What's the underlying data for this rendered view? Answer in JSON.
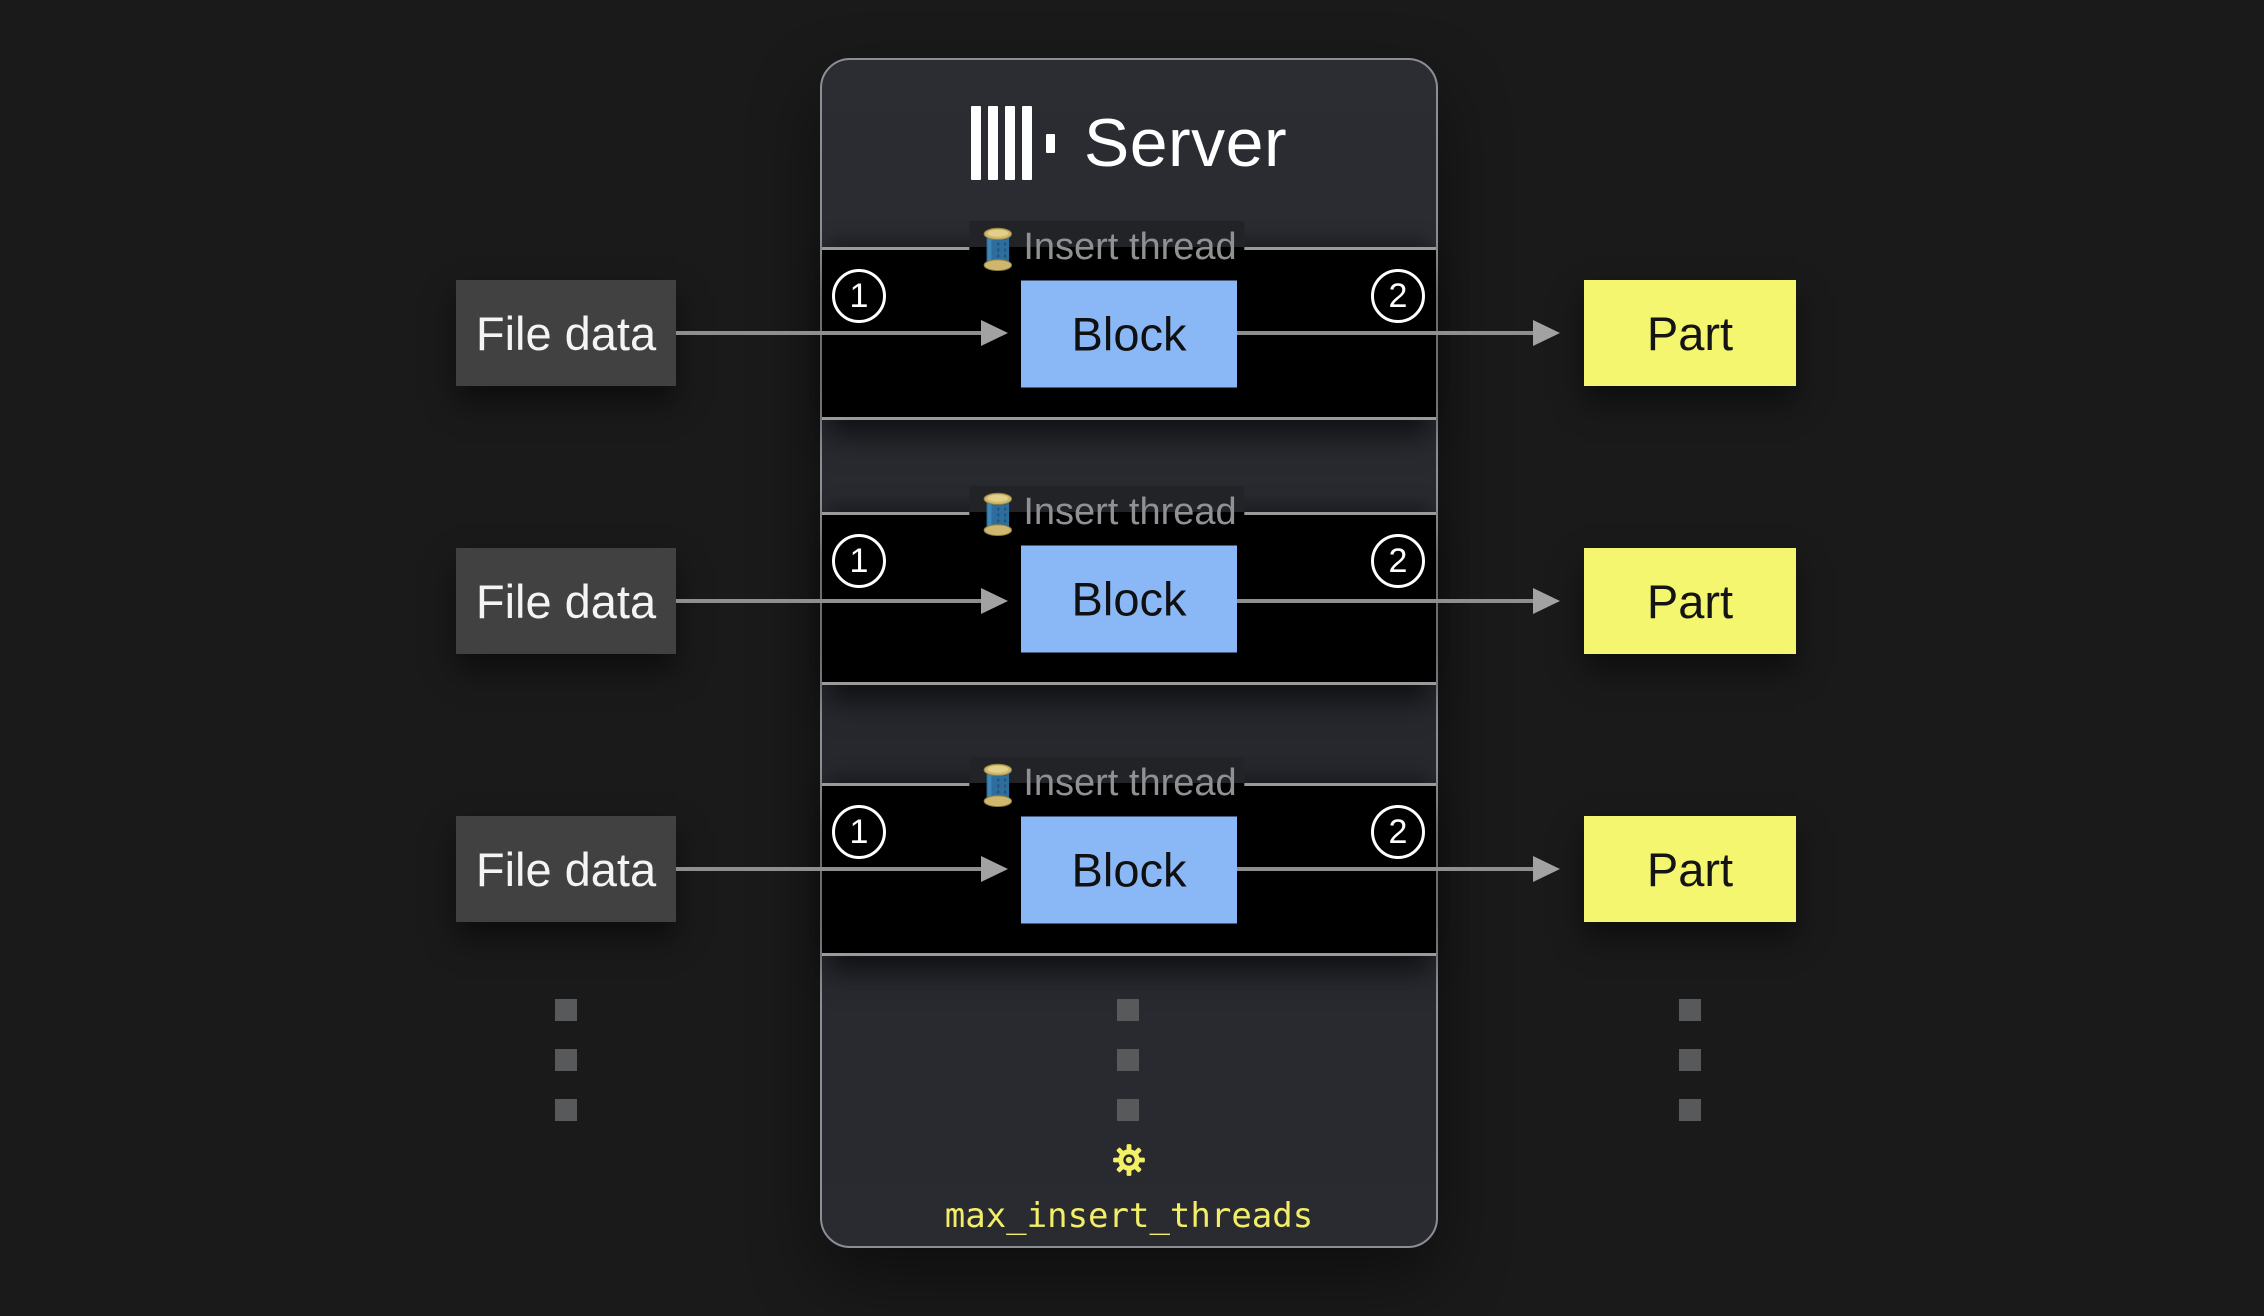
{
  "colors": {
    "page_background": "#1a1a1a",
    "panel_background": "#26282e",
    "lane_background": "#000000",
    "lane_border": "#9a9a9a",
    "block_fill": "#8ab7f6",
    "part_fill": "#f5f66f",
    "file_fill": "#414141",
    "accent_yellow": "#f2ee68",
    "arrow_gray": "#8f8f8f",
    "legend_gray": "#8f9195",
    "white": "#ffffff"
  },
  "server": {
    "title": "Server",
    "logo": "clickhouse-bars-logo",
    "threads": [
      {
        "legend": "Insert thread",
        "step_in": "1",
        "block": "Block",
        "step_out": "2"
      },
      {
        "legend": "Insert thread",
        "step_in": "1",
        "block": "Block",
        "step_out": "2"
      },
      {
        "legend": "Insert thread",
        "step_in": "1",
        "block": "Block",
        "step_out": "2"
      }
    ],
    "setting": {
      "icon": "gear-icon",
      "label": "max_insert_threads"
    }
  },
  "sources": [
    {
      "label": "File data"
    },
    {
      "label": "File data"
    },
    {
      "label": "File data"
    }
  ],
  "outputs": [
    {
      "label": "Part"
    },
    {
      "label": "Part"
    },
    {
      "label": "Part"
    }
  ]
}
